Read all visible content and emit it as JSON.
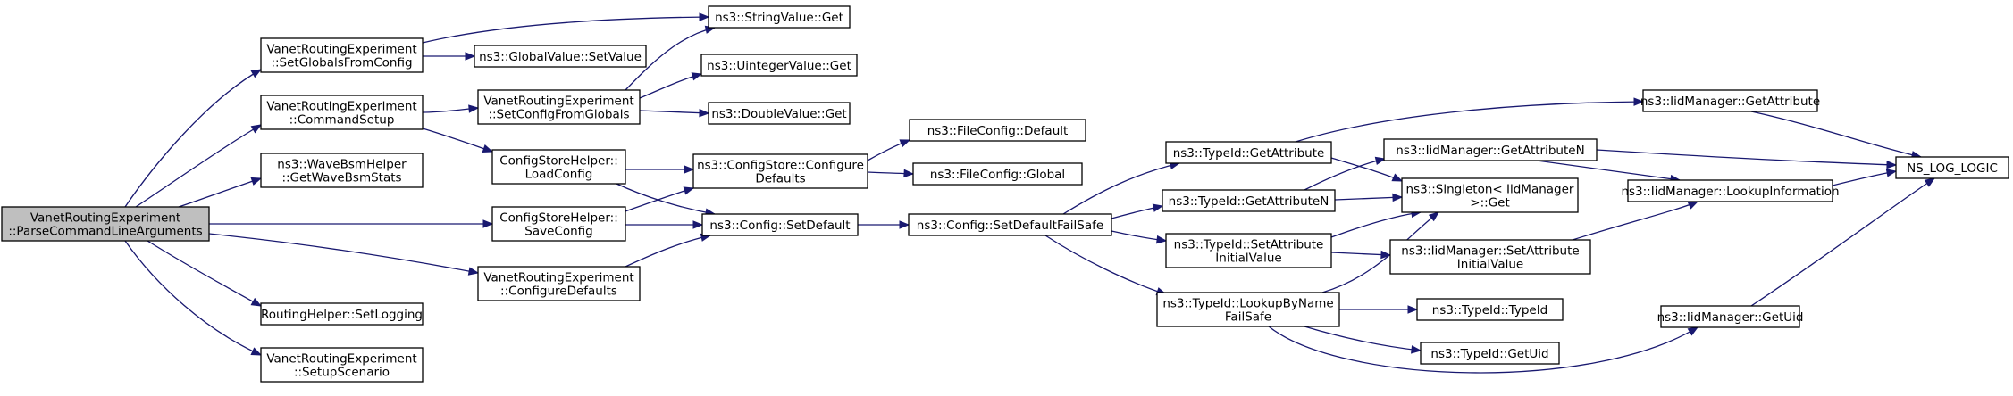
{
  "diagram": {
    "type": "call-graph",
    "colors": {
      "edge": "#191970",
      "root_fill": "#bfbfbf",
      "node_fill": "#ffffff",
      "border": "#000000"
    },
    "nodes": [
      {
        "id": "root",
        "lines": [
          "VanetRoutingExperiment",
          "::ParseCommandLineArguments"
        ],
        "root": true
      },
      {
        "id": "setglobals",
        "lines": [
          "VanetRoutingExperiment",
          "::SetGlobalsFromConfig"
        ]
      },
      {
        "id": "cmdsetup",
        "lines": [
          "VanetRoutingExperiment",
          "::CommandSetup"
        ]
      },
      {
        "id": "wavebsm",
        "lines": [
          "ns3::WaveBsmHelper",
          "::GetWaveBsmStats"
        ]
      },
      {
        "id": "saveconfig",
        "lines": [
          "ConfigStoreHelper::",
          "SaveConfig"
        ]
      },
      {
        "id": "routinglog",
        "lines": [
          "RoutingHelper::SetLogging"
        ]
      },
      {
        "id": "setupscenario",
        "lines": [
          "VanetRoutingExperiment",
          "::SetupScenario"
        ]
      },
      {
        "id": "globalvalue",
        "lines": [
          "ns3::GlobalValue::SetValue"
        ]
      },
      {
        "id": "setconfigglobals",
        "lines": [
          "VanetRoutingExperiment",
          "::SetConfigFromGlobals"
        ]
      },
      {
        "id": "loadconfig",
        "lines": [
          "ConfigStoreHelper::",
          "LoadConfig"
        ]
      },
      {
        "id": "configdefaults",
        "lines": [
          "VanetRoutingExperiment",
          "::ConfigureDefaults"
        ]
      },
      {
        "id": "stringvalue",
        "lines": [
          "ns3::StringValue::Get"
        ]
      },
      {
        "id": "uintegervalue",
        "lines": [
          "ns3::UintegerValue::Get"
        ]
      },
      {
        "id": "doublevalue",
        "lines": [
          "ns3::DoubleValue::Get"
        ]
      },
      {
        "id": "configstoredefaults",
        "lines": [
          "ns3::ConfigStore::Configure",
          "Defaults"
        ]
      },
      {
        "id": "configsetdefault",
        "lines": [
          "ns3::Config::SetDefault"
        ]
      },
      {
        "id": "fileconfigdefault",
        "lines": [
          "ns3::FileConfig::Default"
        ]
      },
      {
        "id": "fileconfigglobal",
        "lines": [
          "ns3::FileConfig::Global"
        ]
      },
      {
        "id": "setdefaultfailsafe",
        "lines": [
          "ns3::Config::SetDefaultFailSafe"
        ]
      },
      {
        "id": "typeidgetattr",
        "lines": [
          "ns3::TypeId::GetAttribute"
        ]
      },
      {
        "id": "typeidgetattrn",
        "lines": [
          "ns3::TypeId::GetAttributeN"
        ]
      },
      {
        "id": "typeidsetattr",
        "lines": [
          "ns3::TypeId::SetAttribute",
          "InitialValue"
        ]
      },
      {
        "id": "typeidlookup",
        "lines": [
          "ns3::TypeId::LookupByName",
          "FailSafe"
        ]
      },
      {
        "id": "singleton",
        "lines": [
          "ns3::Singleton< IidManager",
          " >::Get"
        ]
      },
      {
        "id": "iidgetattrn",
        "lines": [
          "ns3::IidManager::GetAttributeN"
        ]
      },
      {
        "id": "iidsetattr",
        "lines": [
          "ns3::IidManager::SetAttribute",
          "InitialValue"
        ]
      },
      {
        "id": "typeidtypeid",
        "lines": [
          "ns3::TypeId::TypeId"
        ]
      },
      {
        "id": "typeidgetuid",
        "lines": [
          "ns3::TypeId::GetUid"
        ]
      },
      {
        "id": "iidgetattr",
        "lines": [
          "ns3::IidManager::GetAttribute"
        ]
      },
      {
        "id": "iidlookupinfo",
        "lines": [
          "ns3::IidManager::LookupInformation"
        ]
      },
      {
        "id": "iidgetuid",
        "lines": [
          "ns3::IidManager::GetUid"
        ]
      },
      {
        "id": "nslog",
        "lines": [
          "NS_LOG_LOGIC"
        ]
      }
    ],
    "edges": [
      {
        "from": "root",
        "to": "setglobals"
      },
      {
        "from": "root",
        "to": "cmdsetup"
      },
      {
        "from": "root",
        "to": "wavebsm"
      },
      {
        "from": "root",
        "to": "saveconfig"
      },
      {
        "from": "root",
        "to": "configdefaults"
      },
      {
        "from": "root",
        "to": "routinglog"
      },
      {
        "from": "root",
        "to": "setupscenario"
      },
      {
        "from": "setglobals",
        "to": "stringvalue"
      },
      {
        "from": "setglobals",
        "to": "globalvalue"
      },
      {
        "from": "cmdsetup",
        "to": "setconfigglobals"
      },
      {
        "from": "cmdsetup",
        "to": "loadconfig"
      },
      {
        "from": "setconfigglobals",
        "to": "stringvalue"
      },
      {
        "from": "setconfigglobals",
        "to": "uintegervalue"
      },
      {
        "from": "setconfigglobals",
        "to": "doublevalue"
      },
      {
        "from": "loadconfig",
        "to": "configstoredefaults"
      },
      {
        "from": "loadconfig",
        "to": "configsetdefault"
      },
      {
        "from": "saveconfig",
        "to": "configstoredefaults"
      },
      {
        "from": "saveconfig",
        "to": "configsetdefault"
      },
      {
        "from": "configdefaults",
        "to": "configsetdefault"
      },
      {
        "from": "configstoredefaults",
        "to": "fileconfigdefault"
      },
      {
        "from": "configstoredefaults",
        "to": "fileconfigglobal"
      },
      {
        "from": "configsetdefault",
        "to": "setdefaultfailsafe"
      },
      {
        "from": "setdefaultfailsafe",
        "to": "typeidgetattr"
      },
      {
        "from": "setdefaultfailsafe",
        "to": "typeidgetattrn"
      },
      {
        "from": "setdefaultfailsafe",
        "to": "typeidsetattr"
      },
      {
        "from": "setdefaultfailsafe",
        "to": "typeidlookup"
      },
      {
        "from": "typeidgetattr",
        "to": "iidgetattr"
      },
      {
        "from": "typeidgetattr",
        "to": "singleton"
      },
      {
        "from": "typeidgetattrn",
        "to": "iidgetattrn"
      },
      {
        "from": "typeidgetattrn",
        "to": "singleton"
      },
      {
        "from": "typeidsetattr",
        "to": "singleton"
      },
      {
        "from": "typeidsetattr",
        "to": "iidsetattr"
      },
      {
        "from": "typeidlookup",
        "to": "singleton"
      },
      {
        "from": "typeidlookup",
        "to": "typeidtypeid"
      },
      {
        "from": "typeidlookup",
        "to": "typeidgetuid"
      },
      {
        "from": "typeidlookup",
        "to": "iidgetuid"
      },
      {
        "from": "iidgetattr",
        "to": "nslog"
      },
      {
        "from": "iidgetattrn",
        "to": "iidlookupinfo"
      },
      {
        "from": "iidgetattrn",
        "to": "nslog"
      },
      {
        "from": "iidsetattr",
        "to": "iidlookupinfo"
      },
      {
        "from": "iidlookupinfo",
        "to": "nslog"
      },
      {
        "from": "iidgetuid",
        "to": "nslog"
      }
    ]
  }
}
